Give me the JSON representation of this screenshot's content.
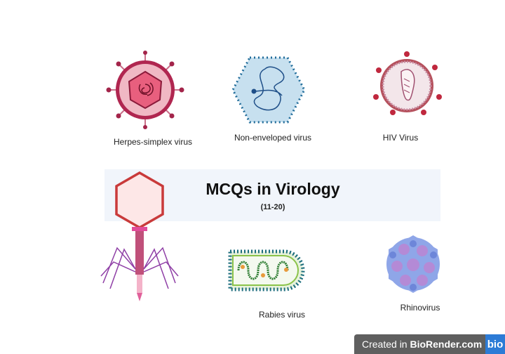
{
  "title": "MCQs in Virology",
  "subtitle": "(11-20)",
  "viruses": {
    "herpes": "Herpes-simplex virus",
    "non_enveloped": "Non-enveloped virus",
    "hiv": "HIV Virus",
    "rabies": "Rabies virus",
    "rhino": "Rhinovirus"
  },
  "badge": {
    "prefix": "Created in ",
    "brand": "BioRender.com",
    "logo": "bio"
  }
}
